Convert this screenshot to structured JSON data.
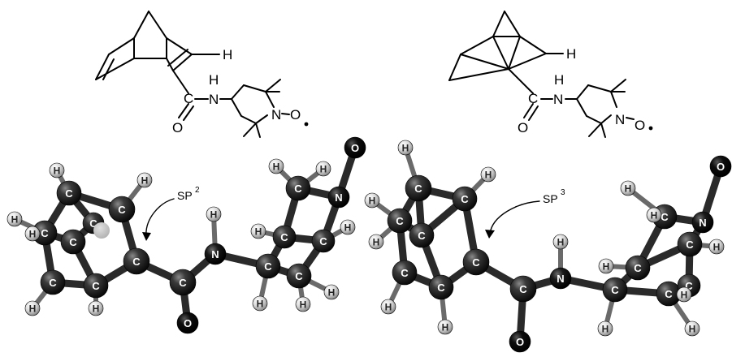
{
  "left_panel": {
    "structure_labels": {
      "h_vinyl": "H",
      "o_carbonyl": "O",
      "c_carbonyl": "C",
      "n_amide": "N",
      "h_amide": "H",
      "n_ring": "N",
      "o_radical": "O",
      "dash": "-"
    },
    "annotation": "SP",
    "annotation_sup": "2",
    "atom_labels": {
      "carbon": "C",
      "hydrogen": "H",
      "nitrogen": "N",
      "oxygen": "O"
    }
  },
  "right_panel": {
    "structure_labels": {
      "h_cage": "H",
      "o_carbonyl": "O",
      "c_carbonyl": "C",
      "n_amide": "N",
      "h_amide": "H",
      "n_ring": "N",
      "o_radical": "O",
      "dash": "-"
    },
    "annotation": "SP",
    "annotation_sup": "3",
    "atom_labels": {
      "carbon": "C",
      "hydrogen": "H",
      "nitrogen": "N",
      "oxygen": "O"
    }
  },
  "colors": {
    "carbon": "#1e1e1e",
    "hydrogen": "#e6e6e6",
    "nitrogen": "#111111",
    "oxygen": "#000000",
    "bond": "#2a2a2a"
  }
}
